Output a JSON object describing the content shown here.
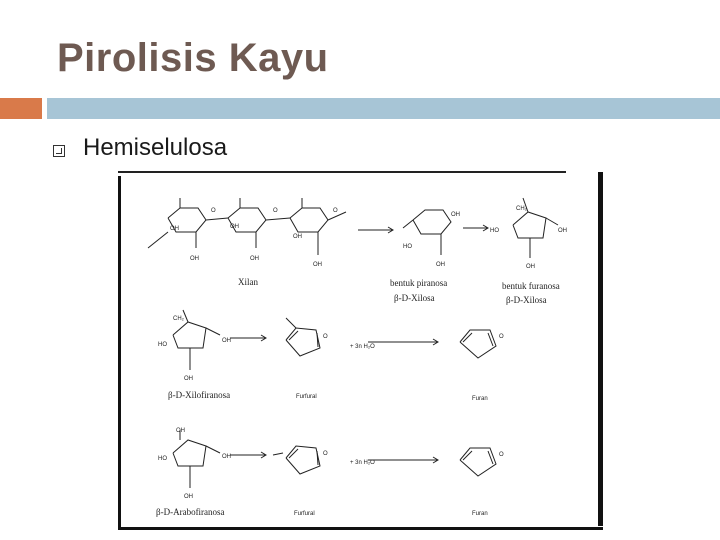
{
  "slide": {
    "title": "Pirolisis Kayu",
    "bullet": "Hemiselulosa"
  },
  "figure": {
    "labels": {
      "xilan": "Xilan",
      "piranosa_1": "bentuk piranosa",
      "piranosa_2": "β-D-Xilosa",
      "furanosa_1": "bentuk furanosa",
      "furanosa_2": "β-D-Xilosa",
      "xilofiranosa": "β-D-Xilofiranosa",
      "furfural_1": "Furfural",
      "furan_1": "Furan",
      "arabofiranosa": "β-D-Arabofiranosa",
      "furfural_2": "Furfural",
      "furan_2": "Furan",
      "water_1": "+ 3n H₂O",
      "water_2": "+ 3n H₂O"
    }
  }
}
